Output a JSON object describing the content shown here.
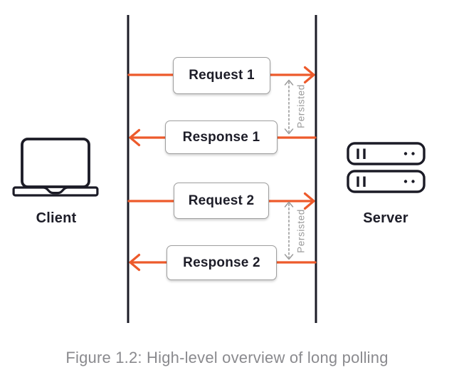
{
  "figure": {
    "caption": "Figure 1.2: High-level overview of long polling"
  },
  "diagram": {
    "client": {
      "label": "Client",
      "icon": "laptop-icon"
    },
    "server": {
      "label": "Server",
      "icon": "server-stack-icon"
    },
    "messages": [
      {
        "label": "Request 1",
        "direction": "client-to-server"
      },
      {
        "label": "Response 1",
        "direction": "server-to-client"
      },
      {
        "label": "Request 2",
        "direction": "client-to-server"
      },
      {
        "label": "Response 2",
        "direction": "server-to-client"
      }
    ],
    "annotations": [
      {
        "label": "Persisted"
      },
      {
        "label": "Persisted"
      }
    ],
    "colors": {
      "arrow_orange": "#ed5a2b",
      "lifeline_dark": "#1b1b26",
      "box_border_gray": "#9e9e9e",
      "annotation_gray": "#9b9b9b",
      "caption_gray": "#8a8a8e"
    }
  }
}
